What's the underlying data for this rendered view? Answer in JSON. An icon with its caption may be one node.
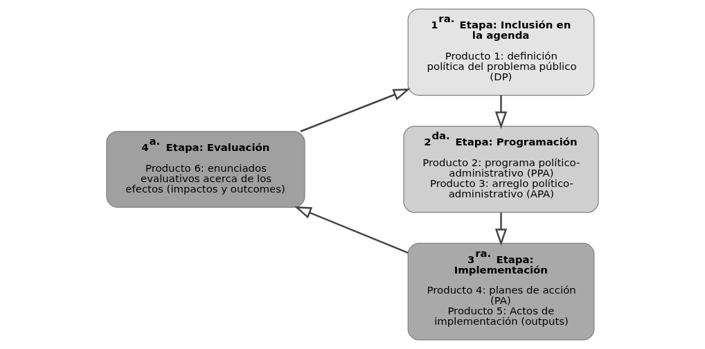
{
  "diagram": {
    "nodes": [
      {
        "text": [
          "1$^{ra.}$ Etapa: Inclusión en la agenda",
          "Producto 1: definición política del problema público (DP)"
        ]
      },
      {
        "text": [
          "2$^{da.}$ Etapa: Programación",
          "Producto 2: programa político-administrativo (PPA)",
          "Producto 3: arreglo político-administrativo (APA)"
        ]
      },
      {
        "text": [
          "3$^{ra.}$ Etapa: Implementación",
          "Producto 4: planes de acción (PA)",
          "Producto 5: Actos de implementación (outputs)"
        ]
      },
      {
        "text": [
          "4$^{a.}$ Etapa: Evaluación",
          "Producto 6: enunciados evaluativos acerca de los efectos (impactos y outcomes)"
        ]
      }
    ],
    "edges": [
      {
        "from": 0,
        "to": 1,
        "arrow": "to"
      },
      {
        "from": 1,
        "to": 2,
        "arrow": "to"
      },
      {
        "from": 2,
        "to": 3,
        "arrow": "to"
      },
      {
        "from": 3,
        "to": 0,
        "arrow": "to"
      }
    ]
  }
}
